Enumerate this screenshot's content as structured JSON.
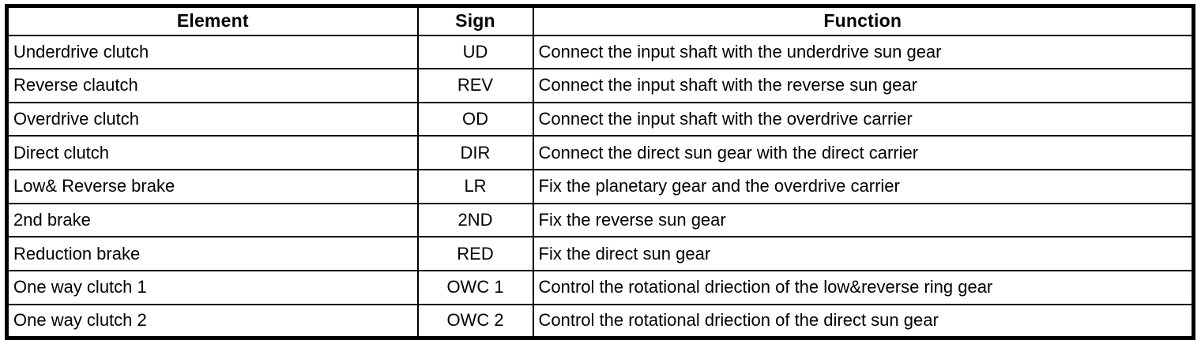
{
  "colors": {
    "border": "#000000",
    "background": "#ffffff",
    "text": "#000000"
  },
  "table": {
    "columns": [
      {
        "key": "element",
        "label": "Element"
      },
      {
        "key": "sign",
        "label": "Sign"
      },
      {
        "key": "function",
        "label": "Function"
      }
    ],
    "rows": [
      {
        "element": "Underdrive clutch",
        "sign": "UD",
        "function": "Connect the input shaft with the underdrive sun gear"
      },
      {
        "element": "Reverse clautch",
        "sign": "REV",
        "function": "Connect the input shaft with the reverse sun gear"
      },
      {
        "element": "Overdrive clutch",
        "sign": "OD",
        "function": "Connect the input shaft with the overdrive carrier"
      },
      {
        "element": "Direct clutch",
        "sign": "DIR",
        "function": "Connect the direct sun gear with the direct carrier"
      },
      {
        "element": "Low& Reverse brake",
        "sign": "LR",
        "function": "Fix the planetary gear and the overdrive carrier"
      },
      {
        "element": "2nd brake",
        "sign": "2ND",
        "function": "Fix the reverse sun gear"
      },
      {
        "element": "Reduction brake",
        "sign": "RED",
        "function": "Fix the direct sun gear"
      },
      {
        "element": "One way clutch 1",
        "sign": "OWC 1",
        "function": "Control the rotational driection of the low&reverse ring gear"
      },
      {
        "element": "One way clutch 2",
        "sign": "OWC 2",
        "function": "Control the rotational driection of the direct sun gear"
      }
    ]
  }
}
